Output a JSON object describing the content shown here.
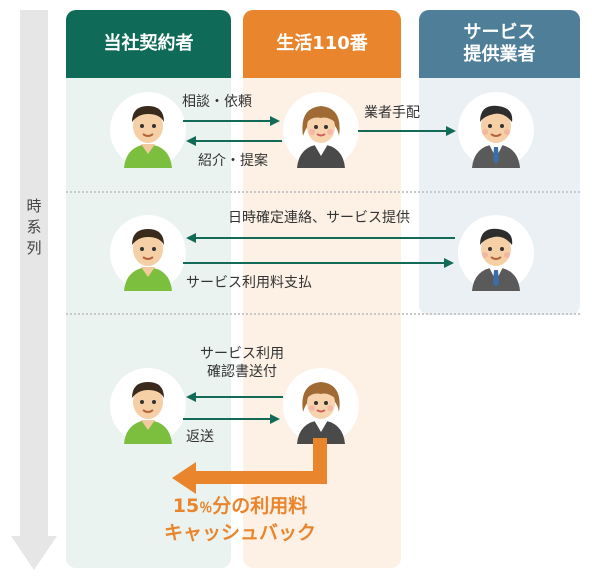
{
  "timeline": {
    "label_chars": [
      "時",
      "系",
      "列"
    ]
  },
  "columns": {
    "customer": {
      "title": "当社契約者"
    },
    "center": {
      "title": "生活110番"
    },
    "provider": {
      "title_lines": [
        "サービス",
        "提供業者"
      ]
    }
  },
  "steps": {
    "consult": "相談・依頼",
    "introduce": "紹介・提案",
    "arrange": "業者手配",
    "confirm": "日時確定連絡、サービス提供",
    "payment": "サービス利用料支払",
    "confirmation_doc_lines": [
      "サービス利用",
      "確認書送付"
    ],
    "return": "返送"
  },
  "cashback": {
    "line1_number": "15",
    "line1_percent": "％",
    "line1_rest": "分の利用料",
    "line2": "キャッシュバック"
  },
  "colors": {
    "customer": "#0f6b57",
    "center": "#e9852c",
    "provider": "#4f7f98",
    "arrow": "#136b57"
  },
  "icons": {
    "customer": "man-casual-avatar-icon",
    "center": "woman-operator-avatar-icon",
    "provider": "man-suit-avatar-icon"
  }
}
